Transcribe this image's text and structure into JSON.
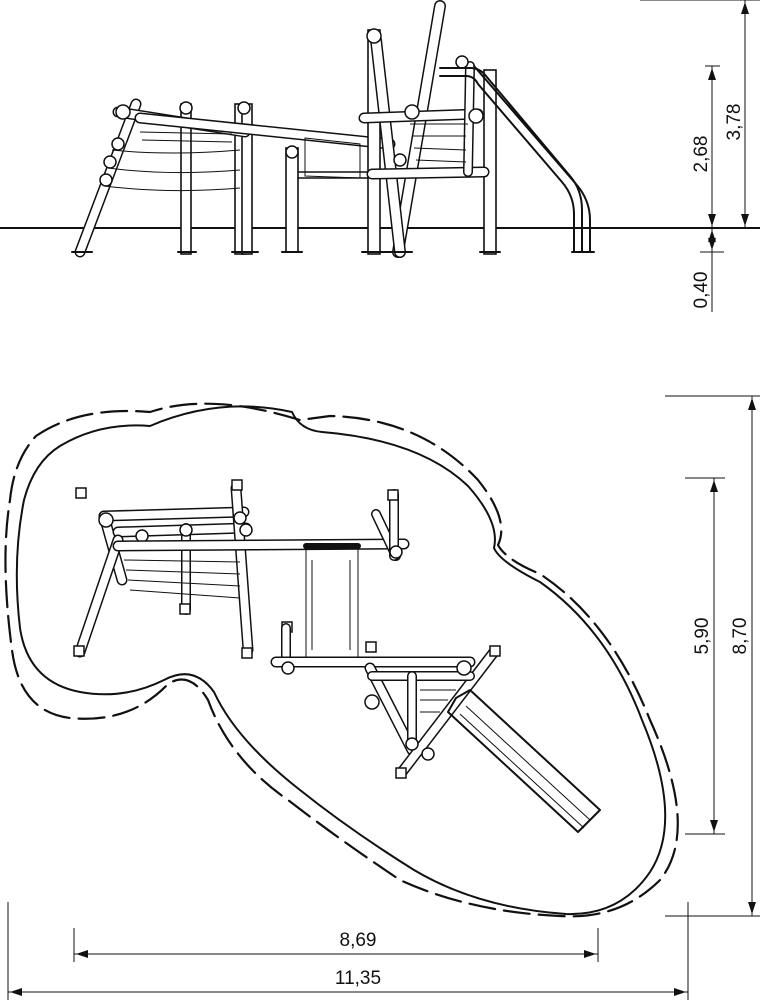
{
  "dimensions": {
    "top_height_total": "3,78",
    "top_height_platform": "2,68",
    "top_depth": "0,40",
    "plan_depth_inner": "5,90",
    "plan_depth_outer": "8,70",
    "plan_width_inner": "8,69",
    "plan_width_outer": "11,35"
  },
  "colors": {
    "ink": "#111111",
    "background": "#ffffff"
  }
}
